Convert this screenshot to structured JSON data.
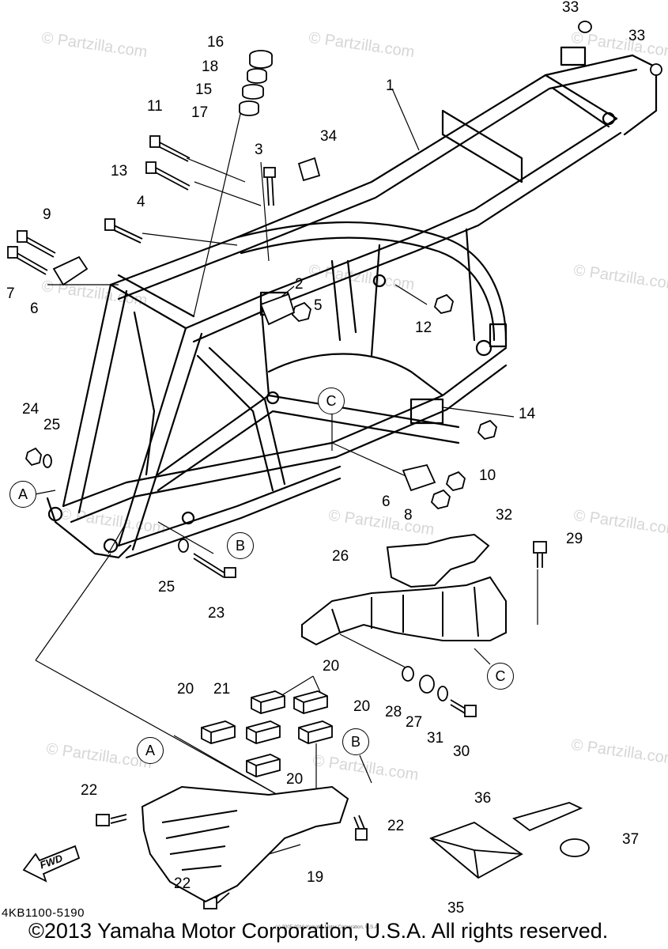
{
  "watermark": "© Partzilla.com",
  "diagram_code": "4KB1100-5190",
  "copyright": "©2013 Yamaha Motor Corporation, U.S.A. All rights reserved.",
  "small_print": "(c) 2005-2016 Yamaha Motor Corporation, U.S.A.",
  "fwd_label": "FWD",
  "callouts": {
    "A": "A",
    "B": "B",
    "C": "C"
  },
  "parts": {
    "p1": "1",
    "p2": "2",
    "p3": "3",
    "p4": "4",
    "p5": "5",
    "p6a": "6",
    "p6b": "6",
    "p7": "7",
    "p8": "8",
    "p9": "9",
    "p10": "10",
    "p11": "11",
    "p12": "12",
    "p13": "13",
    "p14": "14",
    "p15": "15",
    "p16": "16",
    "p17": "17",
    "p18": "18",
    "p19": "19",
    "p20a": "20",
    "p20b": "20",
    "p20c": "20",
    "p20d": "20",
    "p21": "21",
    "p22a": "22",
    "p22b": "22",
    "p22c": "22",
    "p23": "23",
    "p24": "24",
    "p25a": "25",
    "p25b": "25",
    "p26": "26",
    "p27": "27",
    "p28": "28",
    "p29": "29",
    "p30": "30",
    "p31": "31",
    "p32": "32",
    "p33a": "33",
    "p33b": "33",
    "p34": "34",
    "p35": "35",
    "p36": "36",
    "p37": "37"
  }
}
